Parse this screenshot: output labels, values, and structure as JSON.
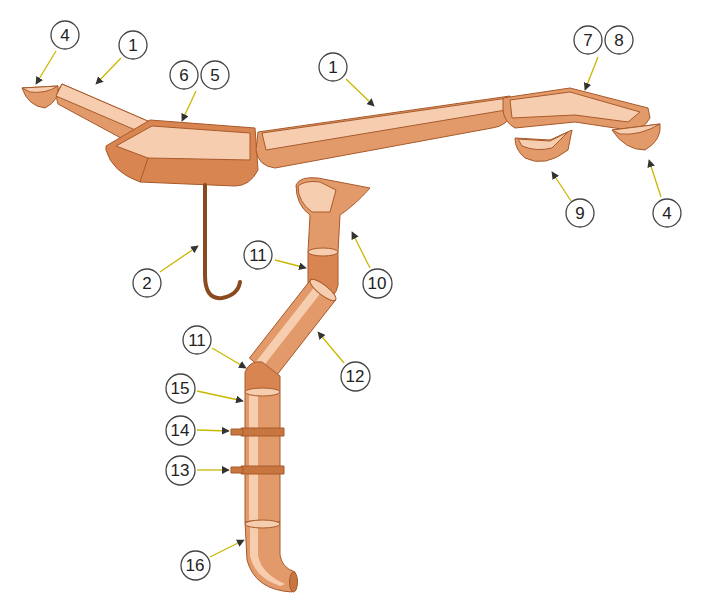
{
  "diagram": {
    "nodes": [
      {
        "text": [
          "4"
        ]
      },
      {
        "text": [
          "7"
        ]
      },
      {
        "text": [
          "8"
        ]
      },
      {
        "text": [
          "1"
        ]
      },
      {
        "text": [
          "1"
        ]
      },
      {
        "text": [
          "6"
        ]
      },
      {
        "text": [
          "5"
        ]
      },
      {
        "text": [
          "9"
        ]
      },
      {
        "text": [
          "4"
        ]
      },
      {
        "text": [
          "11"
        ]
      },
      {
        "text": [
          "2"
        ]
      },
      {
        "text": [
          "10"
        ]
      },
      {
        "text": [
          "11"
        ]
      },
      {
        "text": [
          "12"
        ]
      },
      {
        "text": [
          "15"
        ]
      },
      {
        "text": [
          "14"
        ]
      },
      {
        "text": [
          "13"
        ]
      },
      {
        "text": [
          "16"
        ]
      }
    ]
  }
}
